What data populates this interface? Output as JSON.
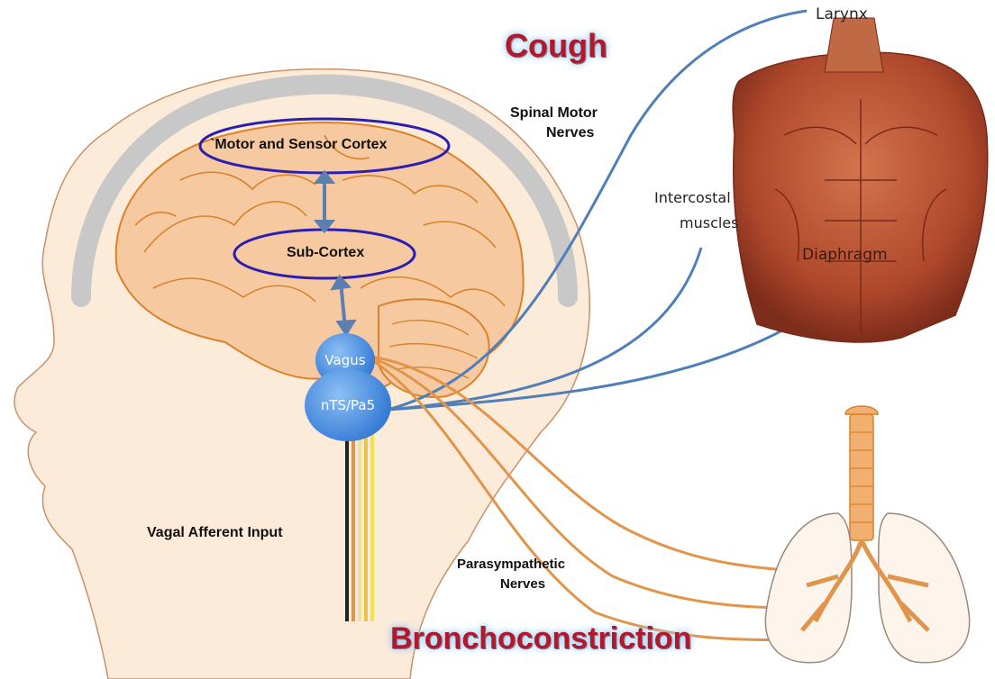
{
  "title": "Cough",
  "bottom_title": "Bronchoconstriction",
  "labels": {
    "motor_cortex": "`Motor and Sensor Cortex",
    "sub_cortex": "Sub-Cortex",
    "vagus": "Vagus",
    "nts": "nTS/Pa5",
    "vagal_input": "Vagal Afferent Input",
    "spinal_motor_line1": "Spinal Motor",
    "spinal_motor_line2": "Nerves",
    "intercostal_line1": "Intercostal",
    "intercostal_line2": "muscles",
    "larynx": "Larynx",
    "diaphragm": "Diaphragm",
    "parasympathetic_line1": "Parasympathetic",
    "parasympathetic_line2": "Nerves"
  },
  "colors": {
    "title_red": "#b3172a",
    "brain": "#f7c9a0",
    "brain_outline": "#d9822b",
    "nerve_blue": "#4f7fb8",
    "nerve_orange": "#e0954a",
    "oval_outline": "#2a1fb0",
    "skull_gray": "#c8c8c8",
    "muscle": "#b5502f"
  }
}
